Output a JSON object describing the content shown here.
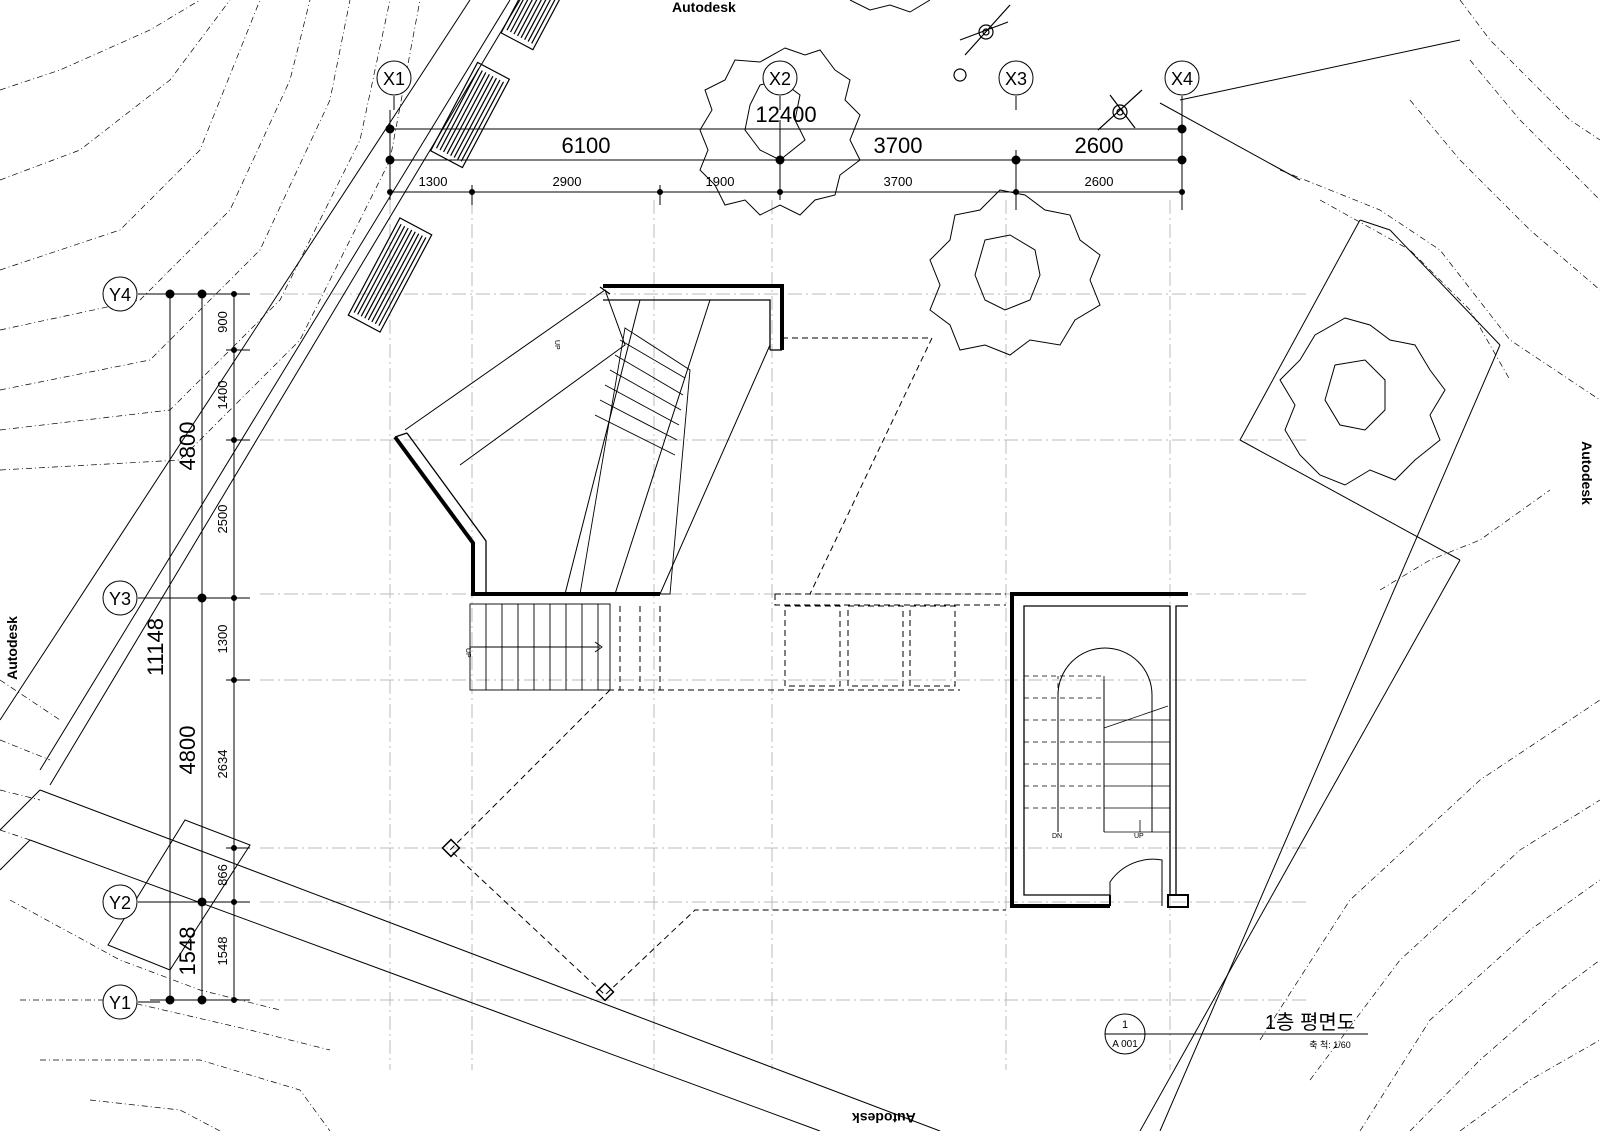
{
  "watermark": "Autodesk",
  "grid": {
    "x_labels": [
      "X1",
      "X2",
      "X3",
      "X4"
    ],
    "y_labels": [
      "Y4",
      "Y3",
      "Y2",
      "Y1"
    ]
  },
  "dimensions": {
    "top_total": "12400",
    "top_mid": [
      "6100",
      "3700",
      "2600"
    ],
    "top_fine": [
      "1300",
      "2900",
      "1900",
      "3700",
      "2600"
    ],
    "left_total": "11148",
    "left_mid": [
      "4800",
      "4800",
      "1548"
    ],
    "left_fine": [
      "900",
      "1400",
      "2500",
      "1300",
      "2634",
      "866",
      "1548"
    ]
  },
  "stair_labels": {
    "up": "UP",
    "dn": "DN"
  },
  "title_block": {
    "number": "1",
    "sheet": "A 001",
    "title": "1층 평면도",
    "scale": "축 척: 1/60"
  },
  "colors": {
    "line": "#000000",
    "grid_line": "#bbbbbb",
    "background": "#ffffff"
  }
}
